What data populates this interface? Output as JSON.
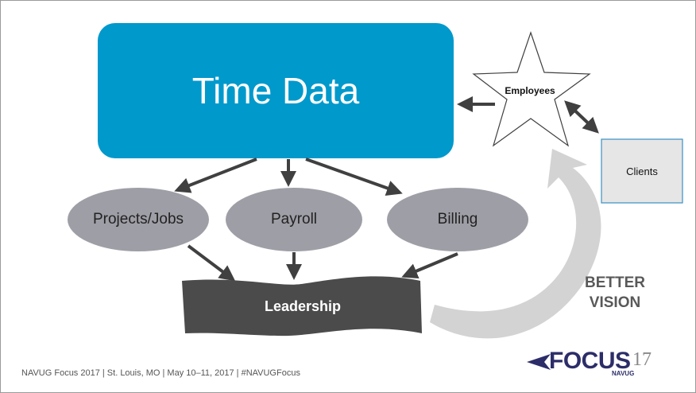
{
  "diagram": {
    "title": "Time Data",
    "nodes": {
      "projects": "Projects/Jobs",
      "payroll": "Payroll",
      "billing": "Billing",
      "leadership": "Leadership",
      "employees": "Employees",
      "clients": "Clients"
    },
    "better_vision_line1": "BETTER",
    "better_vision_line2": "VISION"
  },
  "footer": {
    "text": "NAVUG Focus 2017 | St. Louis, MO | May 10–11, 2017 | #NAVUGFocus"
  },
  "logo": {
    "focus": "FOCUS",
    "year": "17",
    "navug": "NAVUG"
  },
  "colors": {
    "title_box": "#0099cc",
    "ellipse": "#9e9ea6",
    "leadership": "#4b4b4b",
    "arrow": "#404040",
    "curved_arrow": "#d3d3d3",
    "clients_box": "#e6e6e6",
    "brand": "#2c2d68"
  }
}
